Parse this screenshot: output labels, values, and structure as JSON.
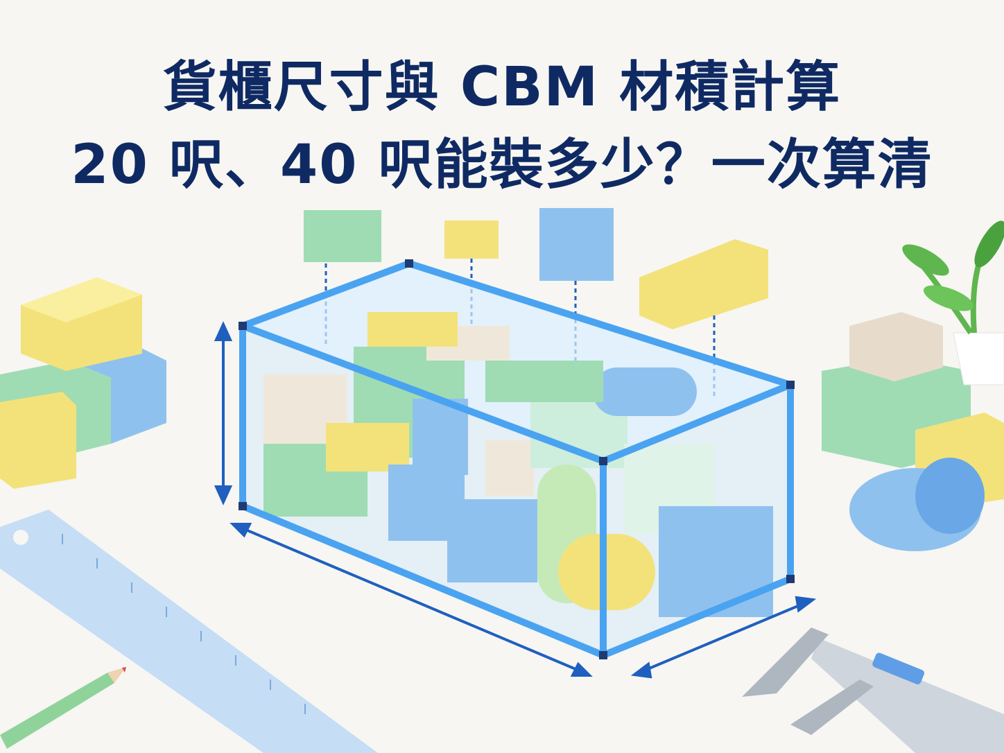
{
  "title": {
    "line1": "貨櫃尺寸與 CBM 材積計算",
    "line2": "20 呎、40 呎能裝多少？一次算清"
  },
  "colors": {
    "title": "#0f2a63",
    "container_frame": "#4aa3f0",
    "container_glass": "#bfe2ff",
    "green_block": "#9fdcb4",
    "yellow_block": "#f3e27a",
    "blue_block": "#8fc1ef",
    "cream_block": "#efe8da",
    "dimension_arrow": "#1f5fbf",
    "ruler": "#bcd8f6",
    "plant": "#5fb64f"
  },
  "icons": [
    "shipping-container-illustration",
    "cargo-box-icon",
    "cylinder-cargo-icon",
    "ruler-icon",
    "pencil-icon",
    "caliper-icon",
    "potted-plant-icon",
    "dimension-arrow-icon"
  ]
}
